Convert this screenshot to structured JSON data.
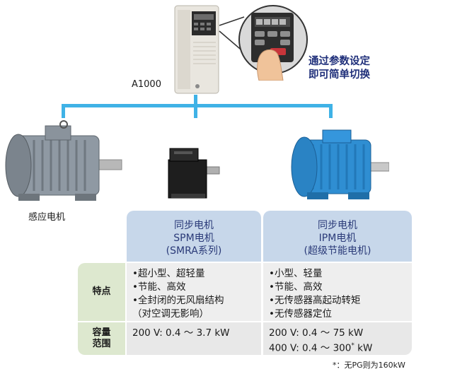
{
  "inverter": {
    "model": "A1000"
  },
  "callout": {
    "line1": "通过参数设定",
    "line2": "即可简单切换"
  },
  "motors": [
    {
      "label": "感应电机"
    }
  ],
  "table": {
    "columns": [
      {
        "line1": "同步电机",
        "line2": "SPM电机",
        "line3": "(SMRA系列)"
      },
      {
        "line1": "同步电机",
        "line2": "IPM电机",
        "line3": "(超级节能电机)"
      }
    ],
    "rows": [
      {
        "label": "特点",
        "cells": [
          [
            "•超小型、超轻量",
            "•节能、高效",
            "•全封闭的无风扇结构",
            "（对空调无影响）"
          ],
          [
            "•小型、轻量",
            "•节能、高效",
            "•无传感器高起动转矩",
            "•无传感器定位"
          ]
        ]
      },
      {
        "label_line1": "容量",
        "label_line2": "范围",
        "cells": [
          [
            "200 V: 0.4 ～ 3.7 kW"
          ],
          [
            "200 V: 0.4 ～ 75 kW",
            "400 V: 0.4 ～ 300",
            "kW"
          ]
        ]
      }
    ]
  },
  "footnote": {
    "text": "*：无PG则为160kW"
  },
  "colors": {
    "connector": "#3fb2e6",
    "header_bg": "#c7d7ea",
    "label_bg": "#dde8cf",
    "callout_text": "#1f2f7a"
  }
}
